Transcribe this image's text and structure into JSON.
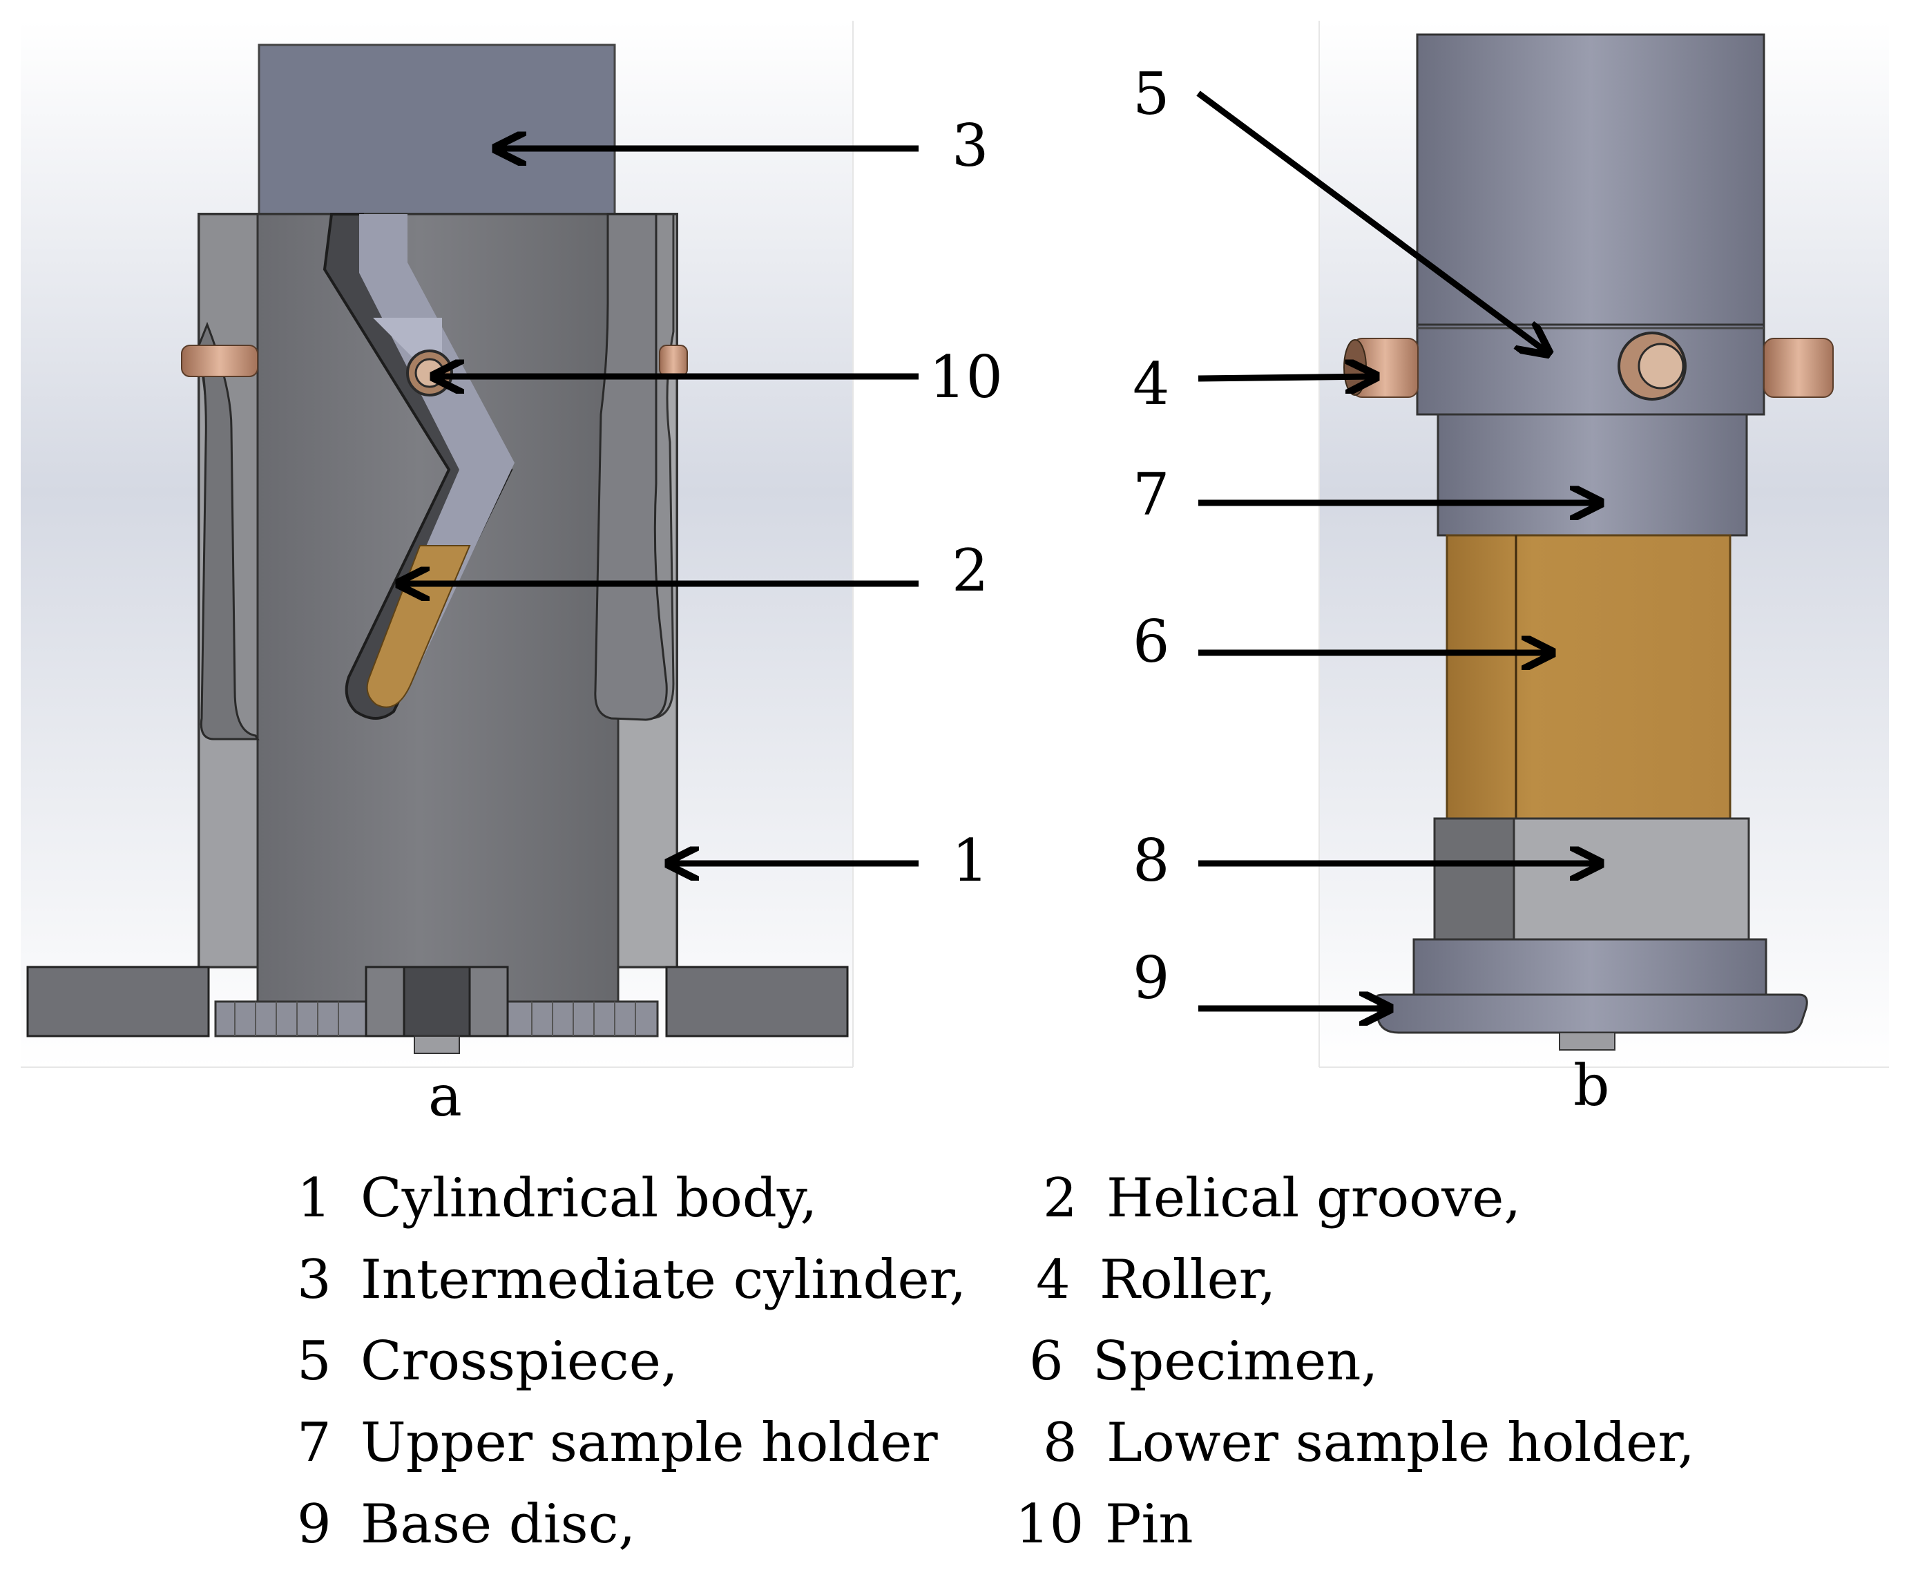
{
  "panel_a": {
    "letter": "a",
    "callouts": {
      "c3": "3",
      "c10": "10",
      "c2": "2",
      "c1": "1"
    }
  },
  "panel_b": {
    "letter": "b",
    "callouts": {
      "c5": "5",
      "c4": "4",
      "c7": "7",
      "c6": "6",
      "c8": "8",
      "c9": "9"
    }
  },
  "legend": {
    "items": [
      {
        "num": "1",
        "text": "Cylindrical body,"
      },
      {
        "num": "2",
        "text": "Helical groove,"
      },
      {
        "num": "3",
        "text": "Intermediate cylinder,"
      },
      {
        "num": "4",
        "text": "Roller,"
      },
      {
        "num": "5",
        "text": "Crosspiece,"
      },
      {
        "num": "6",
        "text": "Specimen,"
      },
      {
        "num": "7",
        "text": "Upper sample holder"
      },
      {
        "num": "8",
        "text": "Lower sample holder,"
      },
      {
        "num": "9",
        "text": "Base disc,"
      },
      {
        "num": "10",
        "text": "Pin"
      }
    ]
  },
  "colors": {
    "steel_dark": "#6f7075",
    "steel_mid": "#8a8b90",
    "steel_light": "#a9aaae",
    "blue_steel": "#7f8396",
    "specimen": "#b88a42",
    "copper": "#c9977a"
  }
}
